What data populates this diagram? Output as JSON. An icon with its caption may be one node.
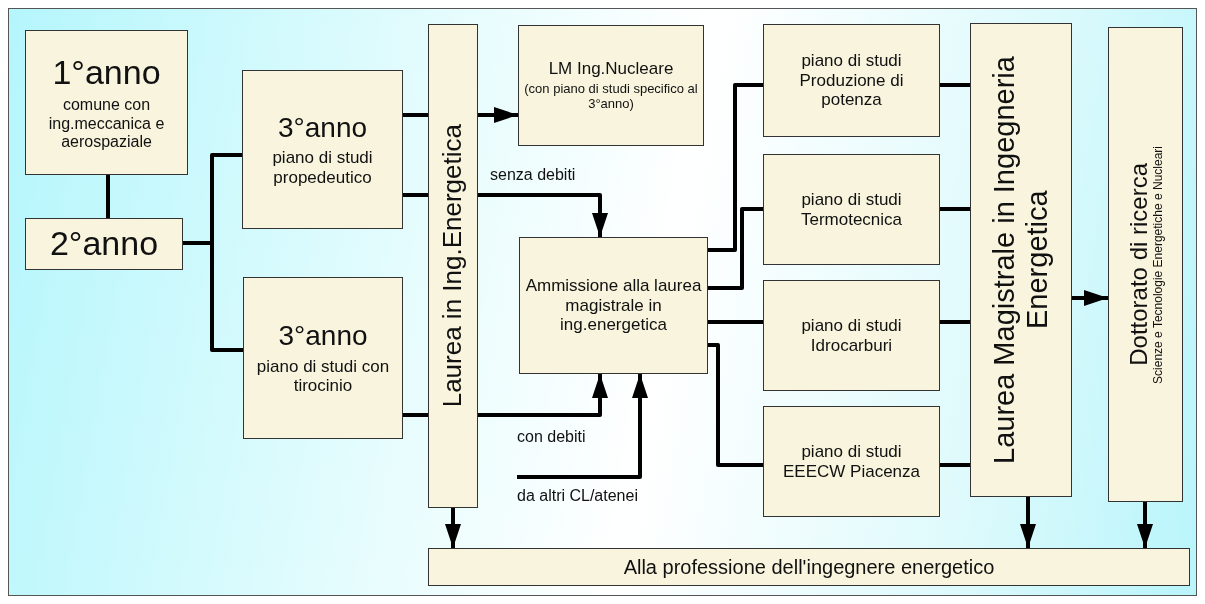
{
  "diagram": {
    "nodes": [
      {
        "text": [
          "1°anno",
          "comune con ing.meccanica e aerospaziale"
        ]
      },
      {
        "text": [
          "2°anno"
        ]
      },
      {
        "text": [
          "3°anno",
          "piano di studi propedeutico"
        ]
      },
      {
        "text": [
          "3°anno",
          "piano di studi con tirocinio"
        ]
      },
      {
        "text": [
          "Laurea in Ing.Energetica"
        ]
      },
      {
        "text": [
          "LM Ing.Nucleare",
          "(con piano di studi specifico al 3°anno)"
        ]
      },
      {
        "text": [
          "Ammissione alla laurea magistrale in ing.energetica"
        ]
      },
      {
        "text": [
          "piano di studi Produzione di potenza"
        ]
      },
      {
        "text": [
          "piano di studi Termotecnica"
        ]
      },
      {
        "text": [
          "piano di studi Idrocarburi"
        ]
      },
      {
        "text": [
          "piano di studi EEECW Piacenza"
        ]
      },
      {
        "text": [
          "Laurea Magistrale in Ingegneria Energetica"
        ]
      },
      {
        "text": [
          "Dottorato di ricerca",
          "Scienze e Tecnologie Energetiche e Nucleari"
        ]
      },
      {
        "text": [
          "Alla professione dell'ingegnere energetico"
        ]
      }
    ],
    "edges": [
      {
        "from": 0,
        "to": 1,
        "arrow": "none"
      },
      {
        "from": 1,
        "to": 2,
        "arrow": "none"
      },
      {
        "from": 1,
        "to": 3,
        "arrow": "none"
      },
      {
        "from": 2,
        "to": 4,
        "arrow": "none"
      },
      {
        "from": 4,
        "to": 5,
        "arrow": "to"
      },
      {
        "from": 2,
        "to": 4,
        "arrow": "none"
      },
      {
        "from": 4,
        "to": 6,
        "arrow": "to",
        "label": "senza debiti"
      },
      {
        "from": 3,
        "to": 4,
        "arrow": "none"
      },
      {
        "from": 4,
        "to": 6,
        "arrow": "to",
        "label": "con debiti"
      },
      {
        "from": null,
        "to": 6,
        "arrow": "to",
        "label": "da altri CL/atenei"
      },
      {
        "from": 6,
        "to": 7,
        "arrow": "none"
      },
      {
        "from": 6,
        "to": 8,
        "arrow": "none"
      },
      {
        "from": 6,
        "to": 9,
        "arrow": "none"
      },
      {
        "from": 6,
        "to": 10,
        "arrow": "none"
      },
      {
        "from": 7,
        "to": 11,
        "arrow": "none"
      },
      {
        "from": 8,
        "to": 11,
        "arrow": "none"
      },
      {
        "from": 9,
        "to": 11,
        "arrow": "none"
      },
      {
        "from": 10,
        "to": 11,
        "arrow": "none"
      },
      {
        "from": 11,
        "to": 12,
        "arrow": "to"
      },
      {
        "from": 4,
        "to": 13,
        "arrow": "to"
      },
      {
        "from": 11,
        "to": 13,
        "arrow": "to"
      },
      {
        "from": 12,
        "to": 13,
        "arrow": "to"
      }
    ]
  }
}
